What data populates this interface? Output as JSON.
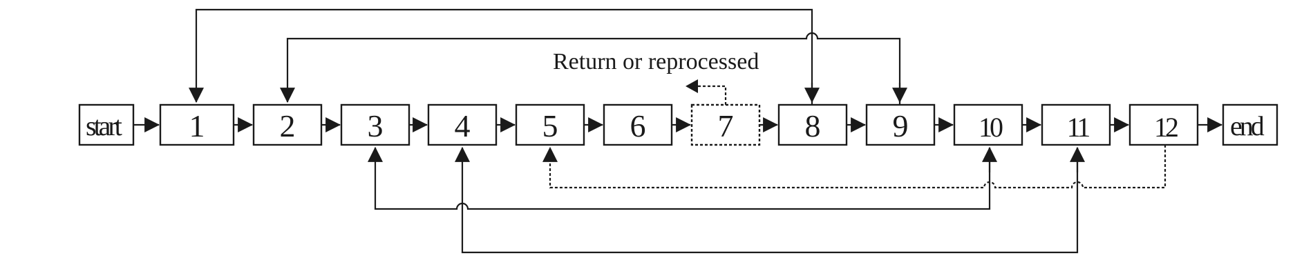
{
  "diagram": {
    "annotation": "Return or reprocessed",
    "nodes": {
      "start": "start",
      "n1": "1",
      "n2": "2",
      "n3": "3",
      "n4": "4",
      "n5": "5",
      "n6": "6",
      "n7": "7",
      "n8": "8",
      "n9": "9",
      "n10": "10",
      "n11": "11",
      "n12": "12",
      "end": "end"
    }
  },
  "colors": {
    "ink": "#1a1a1a",
    "background": "#ffffff"
  }
}
